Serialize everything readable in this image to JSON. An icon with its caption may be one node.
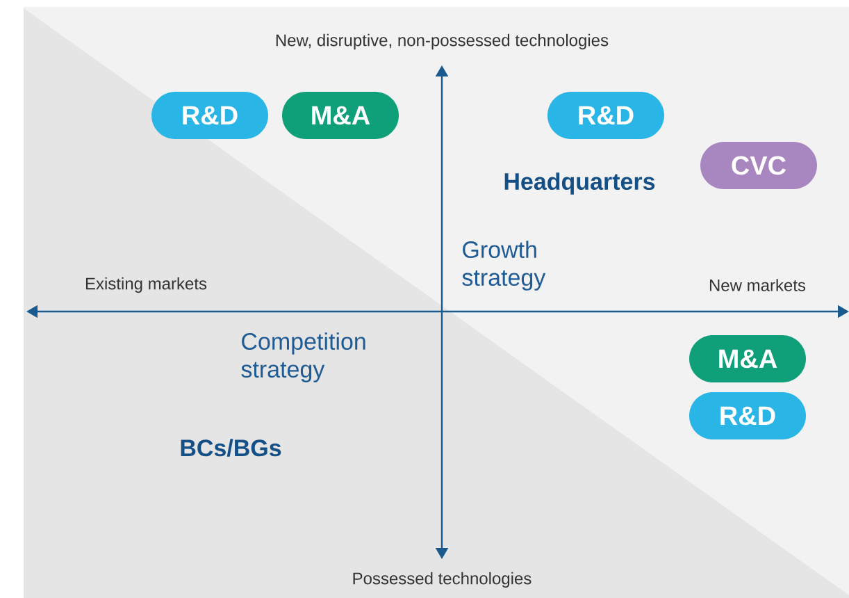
{
  "diagram": {
    "nodes": [
      {
        "text": [
          "R&D"
        ]
      },
      {
        "text": [
          "M&A"
        ]
      },
      {
        "text": [
          "R&D"
        ]
      },
      {
        "text": [
          "CVC"
        ]
      },
      {
        "text": [
          "M&A"
        ]
      },
      {
        "text": [
          "R&D"
        ]
      }
    ],
    "labels": [
      "New, disruptive, non-possessed technologies",
      "Headquarters",
      "Growth strategy",
      "Existing markets",
      "New markets",
      "Competition strategy",
      "BCs/BGs",
      "Possessed technologies"
    ]
  }
}
